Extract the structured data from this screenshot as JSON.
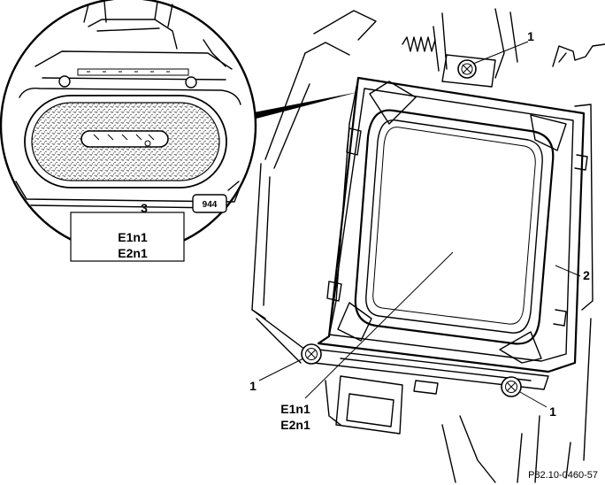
{
  "diagram": {
    "callouts": {
      "screw_top": "1",
      "screw_left": "1",
      "screw_right": "1",
      "frame": "2",
      "connector": "3"
    },
    "module_label_line1": "E1n1",
    "module_label_line2": "E2n1",
    "detail_label_line1": "E1n1",
    "detail_label_line2": "E2n1",
    "detail_code": "944",
    "figure_id": "P82.10-0460-57"
  }
}
